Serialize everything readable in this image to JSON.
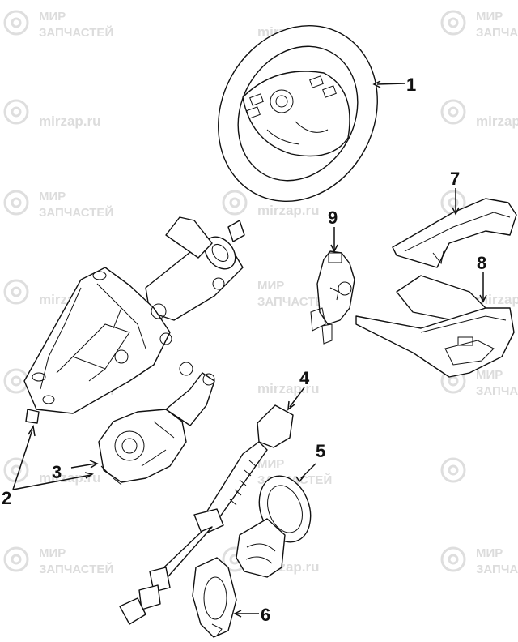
{
  "watermark": {
    "brand_line1": "МИР",
    "brand_line2": "ЗАПЧАСТЕЙ",
    "site": "mirzap.ru"
  },
  "callouts": [
    "1",
    "2",
    "3",
    "4",
    "5",
    "6",
    "7",
    "8",
    "9"
  ],
  "colors": {
    "ink": "#111111",
    "watermark": "#dcdcdc",
    "background": "#ffffff"
  }
}
